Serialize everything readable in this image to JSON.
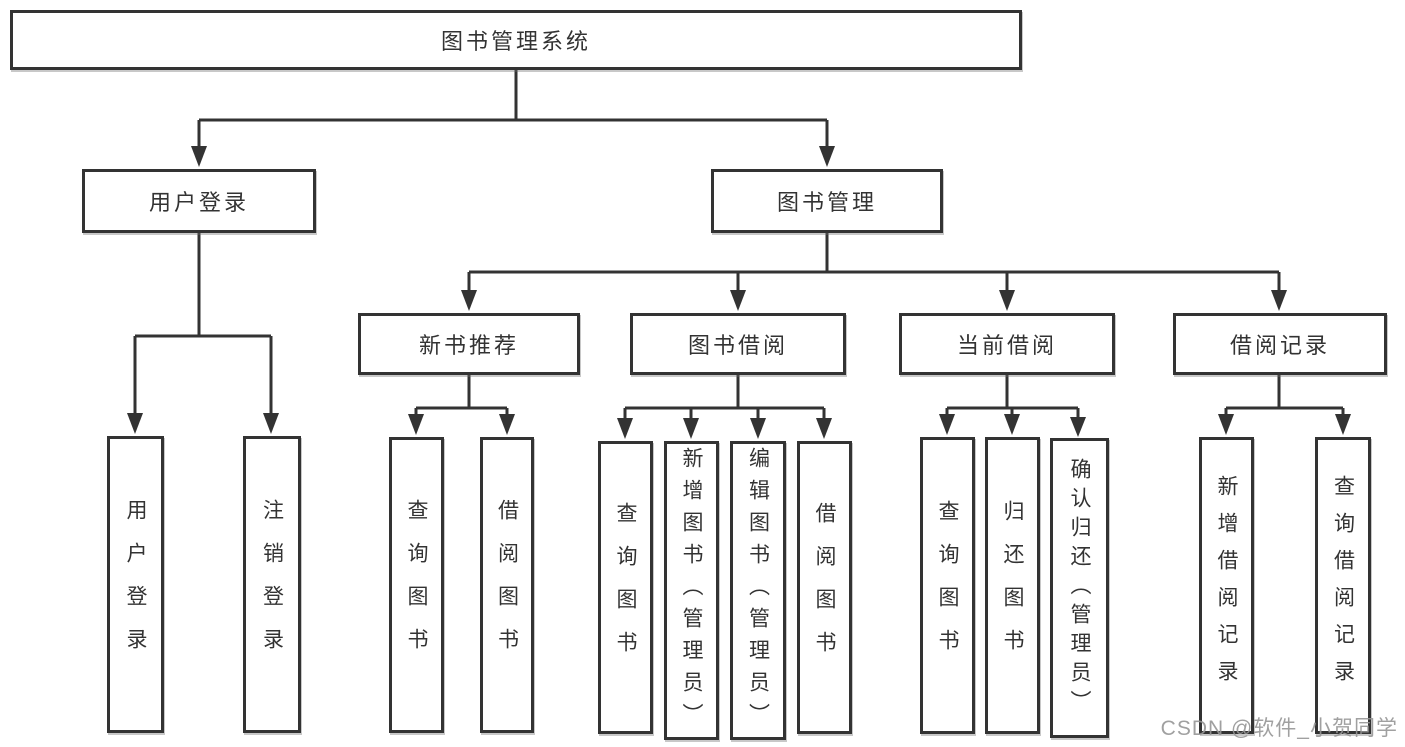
{
  "diagram": {
    "title_node": "图书管理系统",
    "nodes": {
      "root": "图书管理系统",
      "user_login": "用户登录",
      "book_management": "图书管理",
      "new_book_recommend": "新书推荐",
      "book_borrowing": "图书借阅",
      "current_borrowing": "当前借阅",
      "borrowing_records": "借阅记录"
    },
    "leaves": {
      "user_login": [
        "用户登录",
        "注销登录"
      ],
      "new_book_recommend": [
        "查询图书",
        "借阅图书"
      ],
      "book_borrowing": [
        "查询图书",
        "新增图书（管理员）",
        "编辑图书（管理员）",
        "借阅图书"
      ],
      "current_borrowing": [
        "查询图书",
        "归还图书",
        "确认归还（管理员）"
      ],
      "borrowing_records": [
        "新增借阅记录",
        "查询借阅记录"
      ]
    }
  },
  "watermark": {
    "text": "CSDN @软件_小贺同学",
    "color": "#969696"
  },
  "colors": {
    "line": "#333333",
    "box_border": "#333333",
    "text": "#333333",
    "background": "#ffffff"
  }
}
